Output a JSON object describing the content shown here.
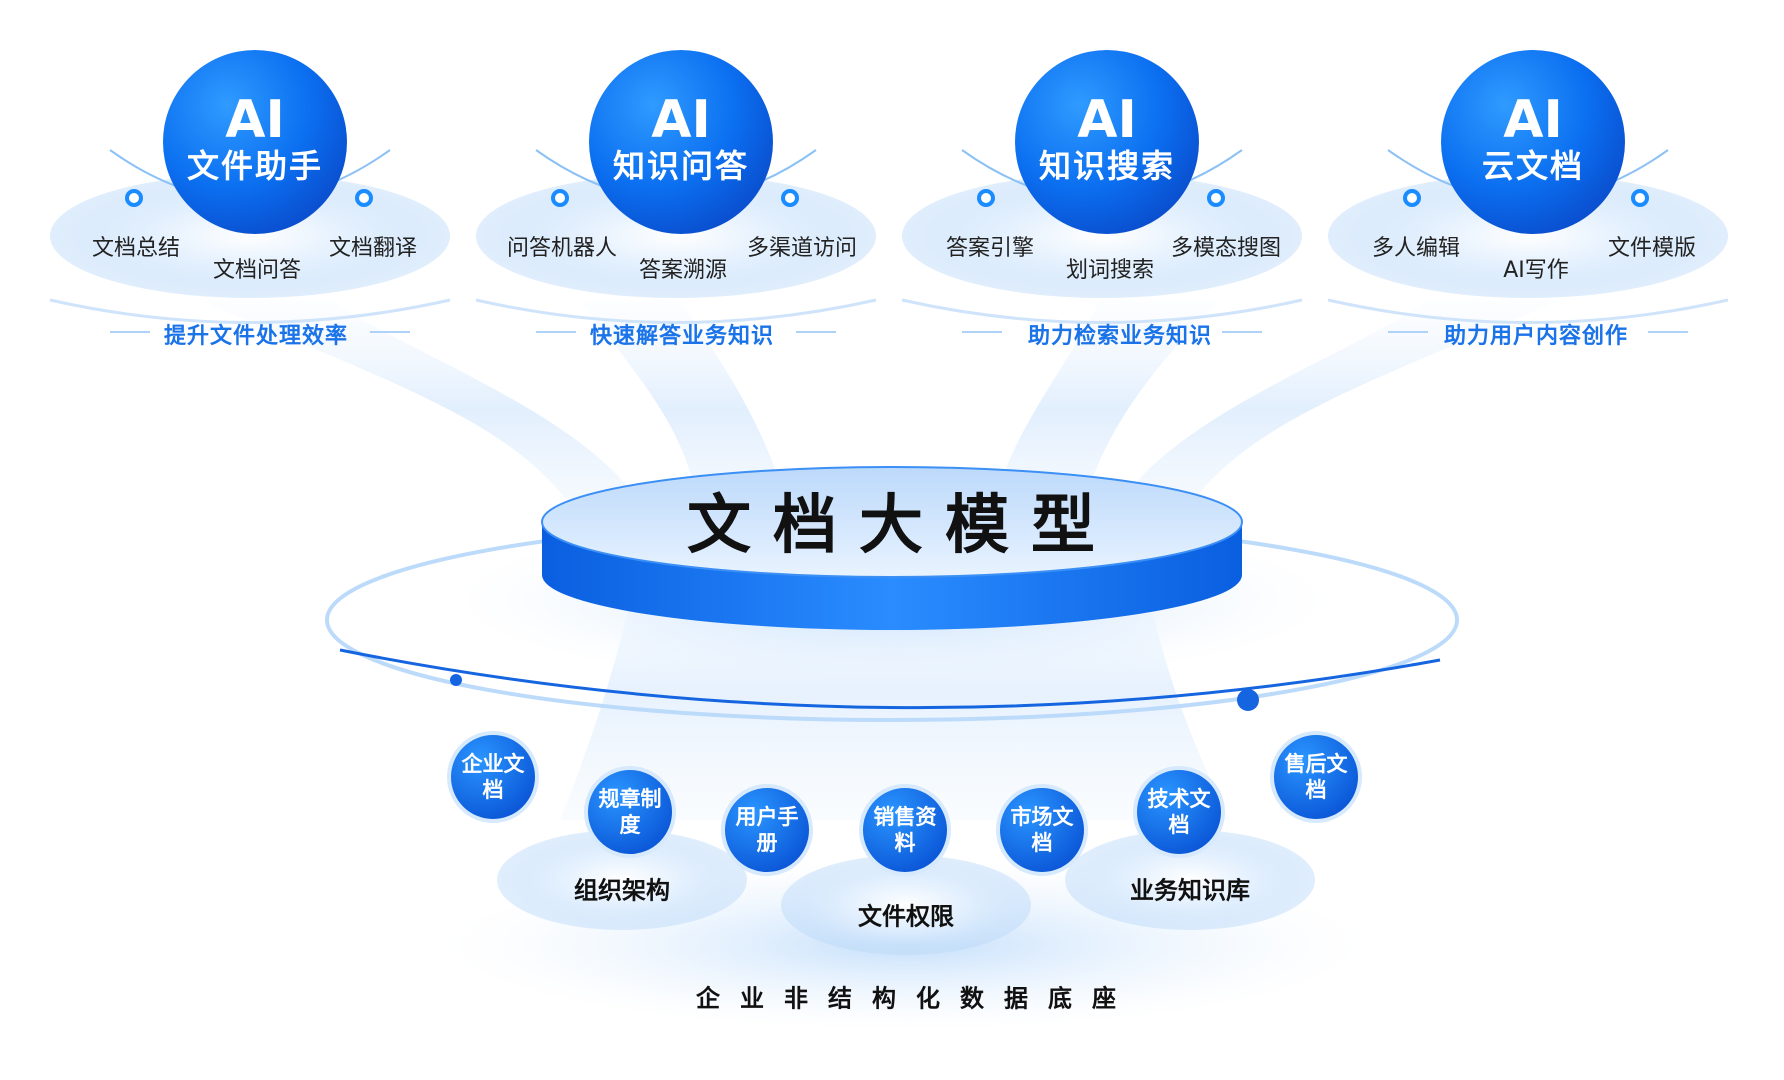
{
  "modules": [
    {
      "ai": "AI",
      "name": "文件助手",
      "items": [
        "文档总结",
        "文档问答",
        "文档翻译"
      ],
      "tagline": "提升文件处理效率"
    },
    {
      "ai": "AI",
      "name": "知识问答",
      "items": [
        "问答机器人",
        "答案溯源",
        "多渠道访问"
      ],
      "tagline": "快速解答业务知识"
    },
    {
      "ai": "AI",
      "name": "知识搜索",
      "items": [
        "答案引擎",
        "划词搜索",
        "多模态搜图"
      ],
      "tagline": "助力检索业务知识"
    },
    {
      "ai": "AI",
      "name": "云文档",
      "items": [
        "多人编辑",
        "AI写作",
        "文件模版"
      ],
      "tagline": "助力用户内容创作"
    }
  ],
  "core": {
    "title": "文档大模型"
  },
  "sources": [
    "企业文档",
    "规章制度",
    "用户手册",
    "销售资料",
    "市场文档",
    "技术文档",
    "售后文档"
  ],
  "platforms": [
    "组织架构",
    "文件权限",
    "业务知识库"
  ],
  "foundation": "企业非结构化数据底座",
  "colors": {
    "primary": "#1a73e8",
    "dark_blue": "#0a55d6",
    "light_blue": "#cfe4fb"
  }
}
